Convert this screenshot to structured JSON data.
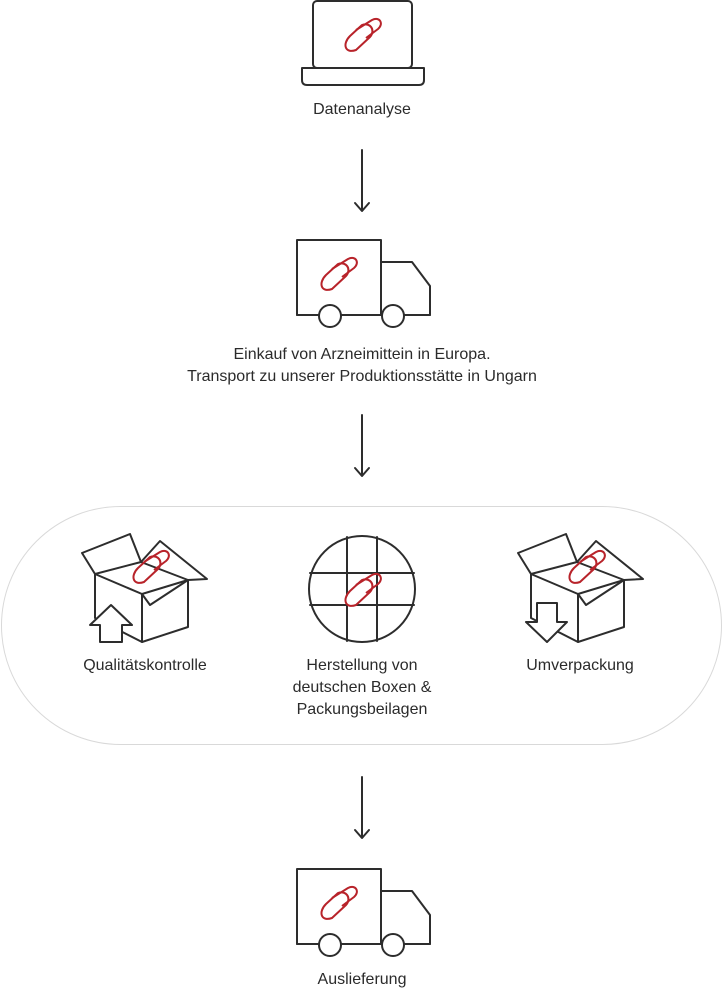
{
  "steps": {
    "analysis": {
      "label": "Datenanalyse",
      "icon": "laptop-icon"
    },
    "purchase": {
      "line1": "Einkauf von Arzneimittein in Europa.",
      "line2": "Transport zu unserer Produktionsstätte in Ungarn",
      "icon": "truck-icon"
    },
    "quality": {
      "label": "Qualitätskontrolle",
      "icon": "box-upload-icon"
    },
    "production": {
      "line1": "Herstellung von",
      "line2": "deutschen Boxen &",
      "line3": "Packungsbeilagen",
      "icon": "grid-globe-icon"
    },
    "repack": {
      "label": "Umverpackung",
      "icon": "box-download-icon"
    },
    "delivery": {
      "label": "Auslieferung",
      "icon": "truck-icon"
    }
  },
  "colors": {
    "accent": "#b8232a",
    "stroke": "#2d2d2d",
    "pill_border": "#d9d9d9"
  }
}
